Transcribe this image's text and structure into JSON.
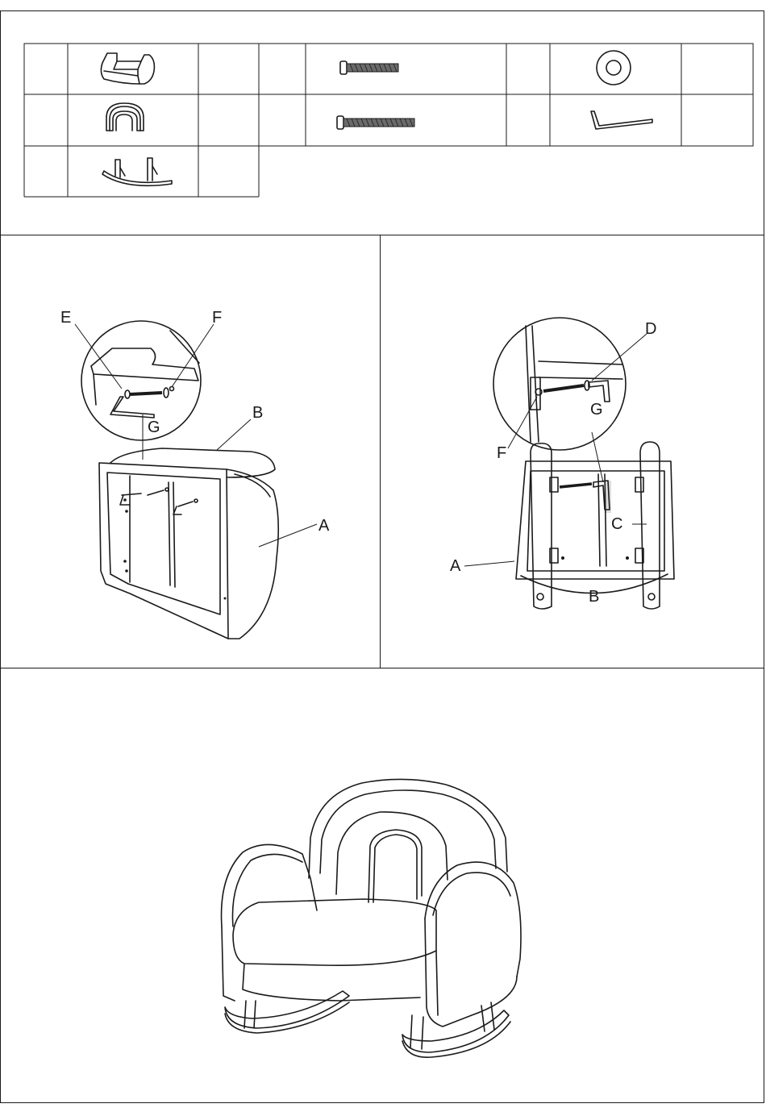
{
  "parts_table": {
    "rows": [
      [
        {
          "part": "seat-part",
          "icon": "seat-cushion-icon",
          "qty": ""
        },
        {
          "part": "short-bolt",
          "icon": "short-bolt-icon",
          "qty": ""
        },
        {
          "part": "washer",
          "icon": "washer-icon",
          "qty": ""
        }
      ],
      [
        {
          "part": "backrest-part",
          "icon": "backrest-icon",
          "qty": ""
        },
        {
          "part": "long-bolt",
          "icon": "long-bolt-icon",
          "qty": ""
        },
        {
          "part": "allen-key",
          "icon": "allen-key-icon",
          "qty": ""
        }
      ],
      [
        {
          "part": "rocker-base",
          "icon": "rocker-base-icon",
          "qty": ""
        }
      ]
    ]
  },
  "step1": {
    "callouts": {
      "e": "E",
      "f": "F",
      "g": "G",
      "b": "B",
      "a": "A"
    }
  },
  "step2": {
    "callouts": {
      "d": "D",
      "g": "G",
      "f": "F",
      "c": "C",
      "a": "A",
      "b": "B"
    }
  },
  "final": {
    "illustration": "assembled-rocking-chair"
  }
}
